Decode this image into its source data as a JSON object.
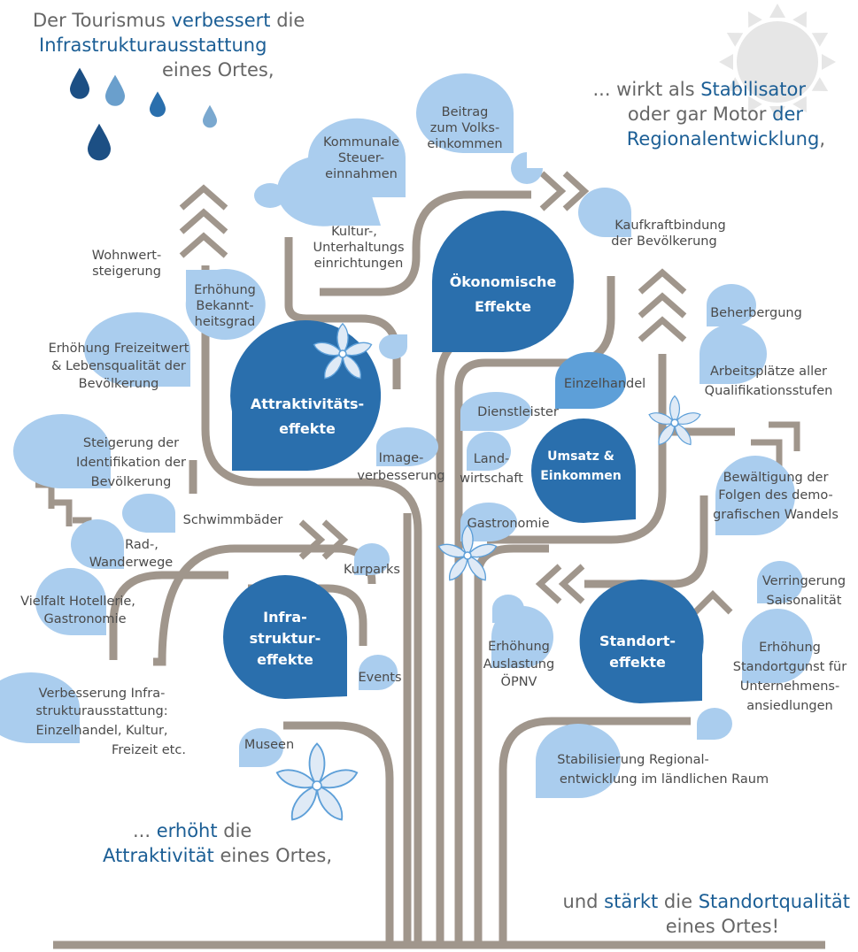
{
  "colors": {
    "dark_blue": "#2a6fad",
    "mid_blue": "#5d9fd8",
    "light_blue": "#aacdee",
    "branch": "#a0968c",
    "text": "#4a4a4a",
    "accent_text": "#1b5e95"
  },
  "captions": {
    "top_left": {
      "t1": "Der Tourismus ",
      "t2": "verbessert",
      "t3": " die",
      "t4": "Infrastrukturausstattung",
      "t5": "eines Ortes,"
    },
    "top_right": {
      "t1": "... wirkt als ",
      "t2": "Stabilisator",
      "t3": "oder gar Motor ",
      "t4": "der",
      "t5": "Regionalentwicklung",
      "t6": ","
    },
    "bottom_left": {
      "t1": "... ",
      "t2": "erhöht",
      "t3": " die",
      "t4": "Attraktivität",
      "t5": " eines Ortes,"
    },
    "bottom_right": {
      "t1": "und ",
      "t2": "stärkt",
      "t3": " die ",
      "t4": "Standortqualität",
      "t5": "eines Ortes!"
    }
  },
  "main_effects": {
    "attraktivitaet": {
      "l1": "Attraktivitäts-",
      "l2": "effekte"
    },
    "oekonomisch": {
      "l1": "Ökonomische",
      "l2": "Effekte"
    },
    "umsatz": {
      "l1": "Umsatz &",
      "l2": "Einkommen"
    },
    "infrastruktur": {
      "l1": "Infra-",
      "l2": "struktur-",
      "l3": "effekte"
    },
    "standort": {
      "l1": "Standort-",
      "l2": "effekte"
    }
  },
  "leaves": {
    "kommunale": {
      "l1": "Kommunale",
      "l2": "Steuer-",
      "l3": "einnahmen"
    },
    "volkseinkommen": {
      "l1": "Beitrag",
      "l2": "zum Volks-",
      "l3": "einkommen"
    },
    "kultur": {
      "l1": "Kultur-,",
      "l2": "Unterhaltungs",
      "l3": "einrichtungen"
    },
    "kaufkraft": {
      "l1": "Kaufkraftbindung",
      "l2": "der Bevölkerung"
    },
    "wohnwert": {
      "l1": "Wohnwert-",
      "l2": "steigerung"
    },
    "bekanntheit": {
      "l1": "Erhöhung",
      "l2": "Bekannt-",
      "l3": "heitsgrad"
    },
    "freizeitwert": {
      "l1": "Erhöhung Freizeitwert",
      "l2": "& Lebensqualität der",
      "l3": "Bevölkerung"
    },
    "beherbergung": {
      "l1": "Beherbergung"
    },
    "arbeitsplaetze": {
      "l1": "Arbeitsplätze aller",
      "l2": "Qualifikationsstufen"
    },
    "einzelhandel": {
      "l1": "Einzelhandel"
    },
    "dienstleister": {
      "l1": "Dienstleister"
    },
    "identifikation": {
      "l1": "Steigerung der",
      "l2": "Identifikation der",
      "l3": "Bevölkerung"
    },
    "image": {
      "l1": "Image-",
      "l2": "verbesserung"
    },
    "landwirtschaft": {
      "l1": "Land-",
      "l2": "wirtschaft"
    },
    "schwimmbaeder": {
      "l1": "Schwimmbäder"
    },
    "gastronomie": {
      "l1": "Gastronomie"
    },
    "demografie": {
      "l1": "Bewältigung der",
      "l2": "Folgen des demo-",
      "l3": "grafischen Wandels"
    },
    "radwege": {
      "l1": "Rad-,",
      "l2": "Wanderwege"
    },
    "kurparks": {
      "l1": "Kurparks"
    },
    "saisonalitaet": {
      "l1": "Verringerung",
      "l2": "Saisonalität"
    },
    "hotellerie": {
      "l1": "Vielfalt Hotellerie,",
      "l2": "Gastronomie"
    },
    "oepnv": {
      "l1": "Erhöhung",
      "l2": "Auslastung",
      "l3": "ÖPNV"
    },
    "standortgunst": {
      "l1": "Erhöhung",
      "l2": "Standortgunst für",
      "l3": "Unternehmens-",
      "l4": "ansiedlungen"
    },
    "events": {
      "l1": "Events"
    },
    "verbesserung": {
      "l1": "Verbesserung Infra-",
      "l2": "strukturausstattung:",
      "l3": "Einzelhandel, Kultur,",
      "l4": "Freizeit etc."
    },
    "museen": {
      "l1": "Museen"
    },
    "stabilisierung": {
      "l1": "Stabilisierung Regional-",
      "l2": "entwicklung im ländlichen Raum"
    }
  }
}
